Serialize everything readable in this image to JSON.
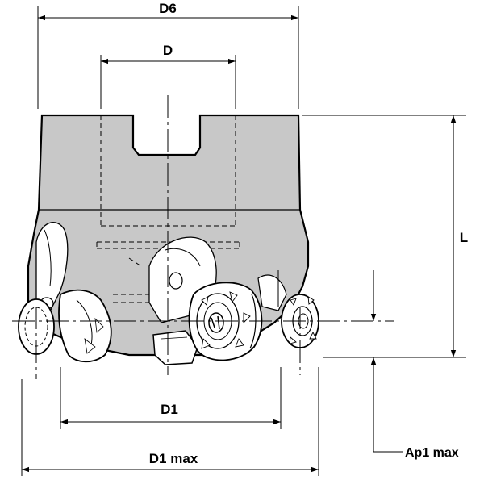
{
  "labels": {
    "d6": "D6",
    "d": "D",
    "l": "L",
    "d1": "D1",
    "d1_max": "D1 max",
    "ap1_max": "Ap1 max"
  },
  "colors": {
    "body_fill": "#c8c8c8",
    "insert_fill": "#ffffff",
    "line": "#000000"
  }
}
